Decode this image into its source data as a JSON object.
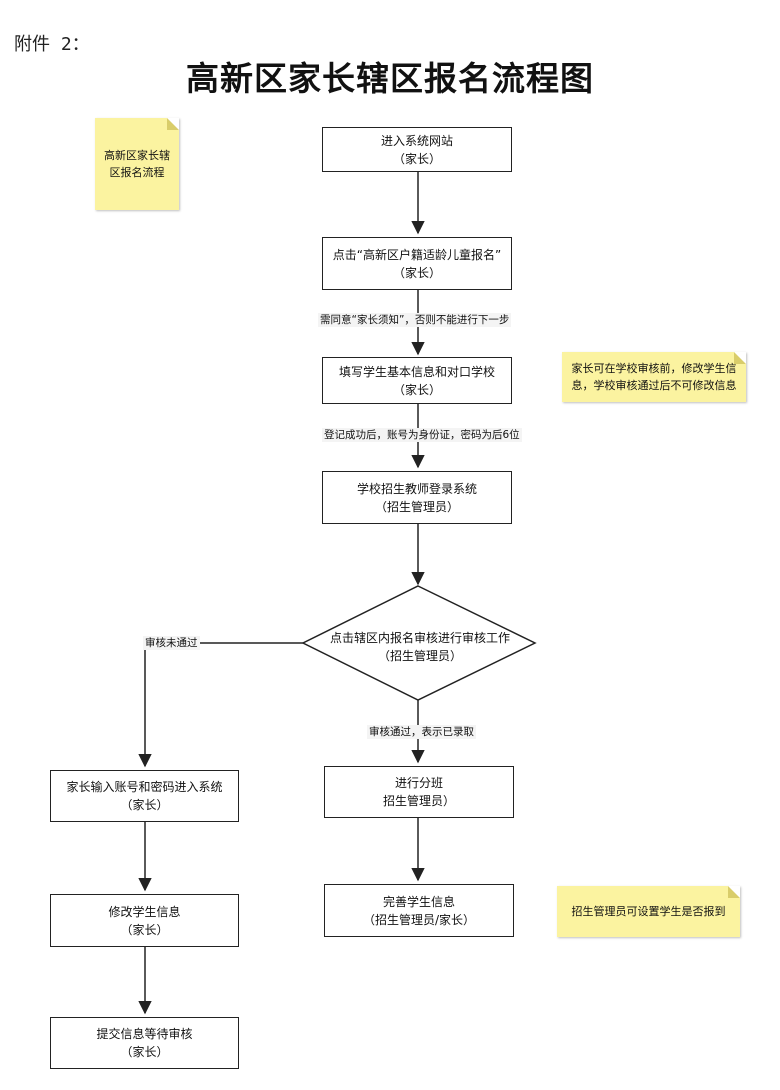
{
  "header": {
    "attachment_label": "附件 2：",
    "title": "高新区家长辖区报名流程图"
  },
  "notes": {
    "legend": {
      "line1": "高新区家长辖",
      "line2": "区报名流程"
    },
    "parent_edit": {
      "line1": "家长可在学校审核前，修改学生信",
      "line2": "息，学校审核通过后不可修改信息"
    },
    "admin_enroll": {
      "line1": "招生管理员可设置学生是否报到"
    }
  },
  "nodes": {
    "enter_site": {
      "line1": "进入系统网站",
      "line2": "（家长）"
    },
    "click_apply": {
      "line1": "点击“高新区户籍适龄儿童报名”",
      "line2": "（家长）"
    },
    "fill_info": {
      "line1": "填写学生基本信息和对口学校",
      "line2": "（家长）"
    },
    "teacher_login": {
      "line1": "学校招生教师登录系统",
      "line2": "（招生管理员）"
    },
    "review": {
      "line1": "点击辖区内报名审核进行审核工作",
      "line2": "（招生管理员）"
    },
    "assign_class": {
      "line1": "进行分班",
      "line2": "招生管理员）"
    },
    "complete_info": {
      "line1": "完善学生信息",
      "line2": "（招生管理员/家长）"
    },
    "parent_login": {
      "line1": "家长输入账号和密码进入系统",
      "line2": "（家长）"
    },
    "edit_info": {
      "line1": "修改学生信息",
      "line2": "（家长）"
    },
    "submit_wait": {
      "line1": "提交信息等待审核",
      "line2": "（家长）"
    }
  },
  "edges": {
    "agree_notice": "需同意“家长须知”，否则不能进行下一步",
    "login_info": "登记成功后，账号为身份证，密码为后6位",
    "review_failed": "审核未通过",
    "review_passed": "审核通过，表示已录取"
  },
  "colors": {
    "note_fill": "#fbf3a0",
    "line": "#222222"
  }
}
